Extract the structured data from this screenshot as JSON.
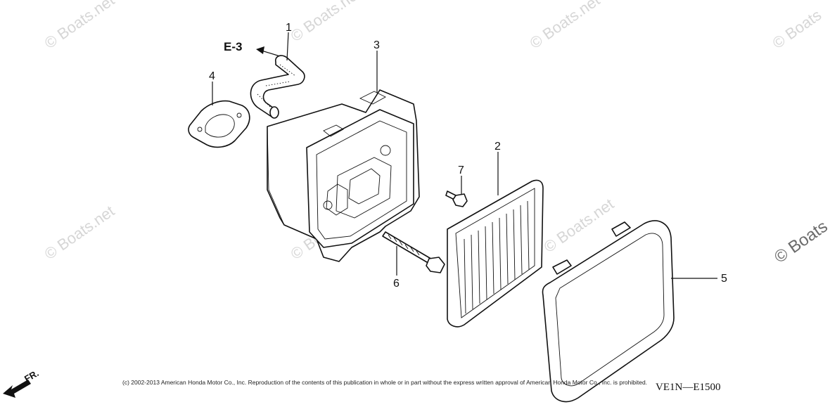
{
  "watermarks": [
    "© Boats.net",
    "© Boats.net",
    "© Boats.net",
    "© Boats",
    "© Boats.net",
    "© Boats.net",
    "© Boats.net",
    "© Boats"
  ],
  "reference": "E-3",
  "callouts": {
    "c1": "1",
    "c2": "2",
    "c3": "3",
    "c4": "4",
    "c5": "5",
    "c6": "6",
    "c7": "7"
  },
  "direction_label": "FR.",
  "copyright": "(c) 2002-2013 American Honda Motor Co., Inc. Reproduction of the contents of this publication in whole or in part without the express written approval of American Honda Motor Co., Inc. is prohibited.",
  "diagram_code": "VE1N—E1500"
}
